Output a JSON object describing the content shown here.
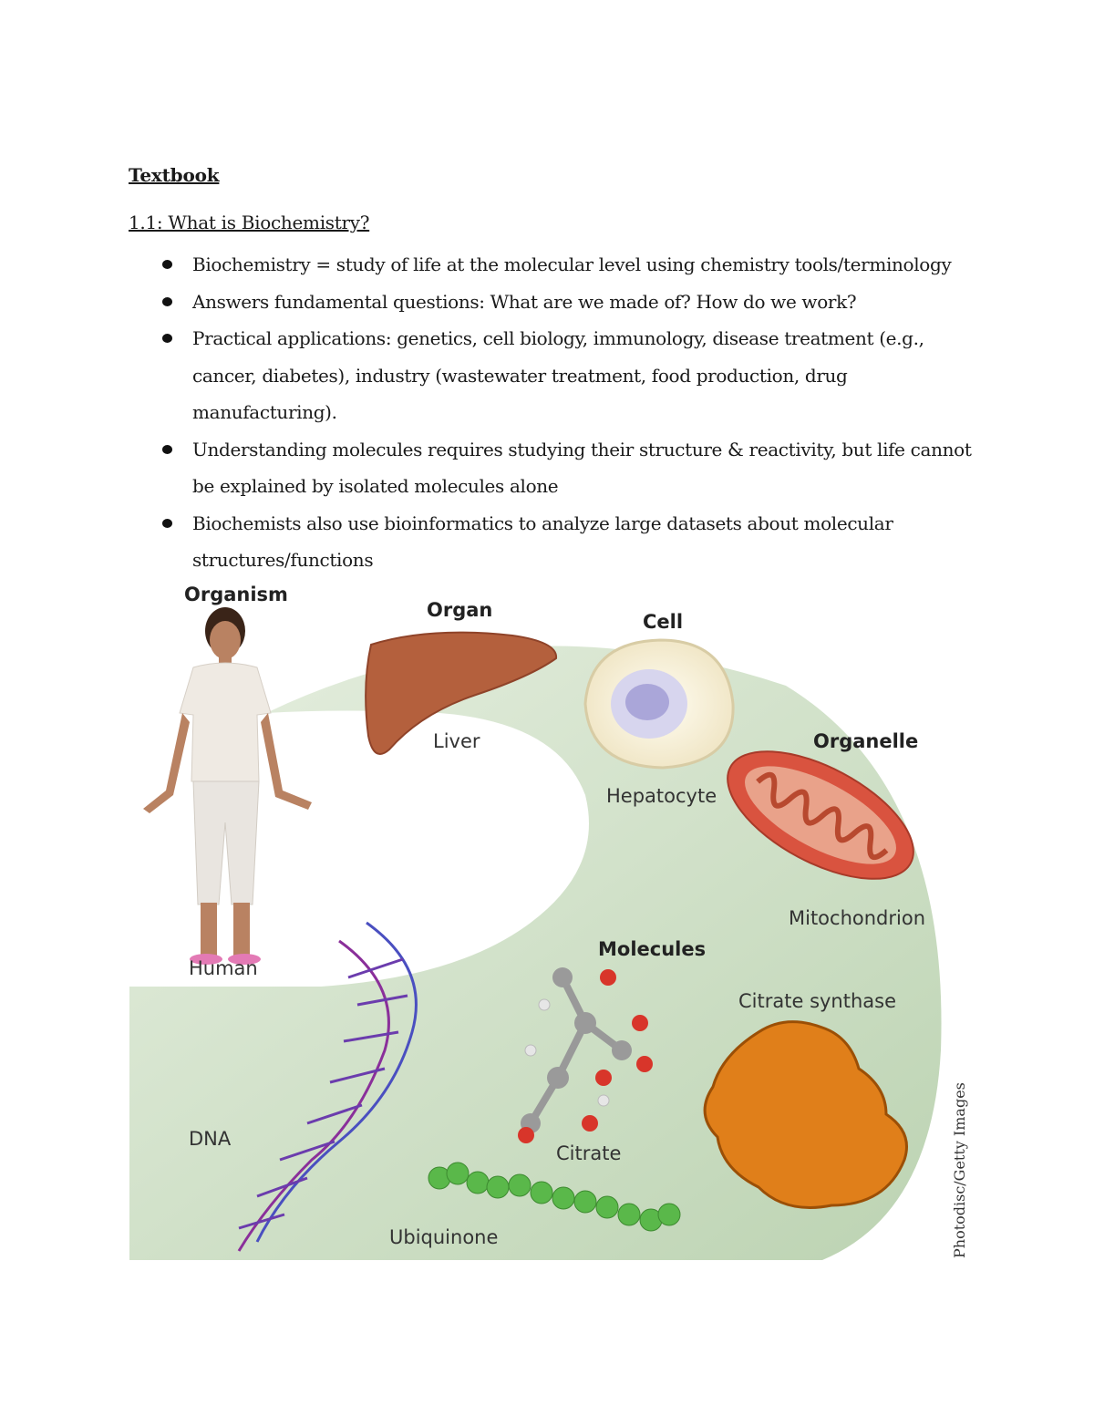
{
  "document": {
    "heading": "Textbook",
    "section_title": "1.1: What is Biochemistry?",
    "bullets": [
      "Biochemistry = study of life at the molecular level using chemistry tools/terminology",
      "Answers fundamental questions: What are we made of? How do we work?",
      "Practical applications: genetics, cell biology, immunology, disease treatment (e.g., cancer, diabetes), industry (wastewater treatment, food production, drug manufacturing).",
      "Understanding molecules requires studying their structure & reactivity, but life cannot be explained by isolated molecules alone",
      "Biochemists also use bioinformatics to analyze large datasets about molecular structures/functions"
    ]
  },
  "figure": {
    "labels": {
      "organism": "Organism",
      "human": "Human",
      "organ": "Organ",
      "liver": "Liver",
      "cell": "Cell",
      "hepatocyte": "Hepatocyte",
      "organelle": "Organelle",
      "mitochondrion": "Mitochondrion",
      "molecules": "Molecules",
      "citrate_synthase": "Citrate synthase",
      "dna": "DNA",
      "citrate": "Citrate",
      "ubiquinone": "Ubiquinone",
      "credit": "Photodisc/Getty Images"
    },
    "colors": {
      "band": "#c9dcc0",
      "liver": "#b4603d",
      "mitochondrion": "#d9533f",
      "protein": "#e07f1a",
      "dna_blue": "#4a4fc0",
      "dna_purple": "#8a2f9a",
      "ubiquinone": "#5ab84a"
    }
  }
}
